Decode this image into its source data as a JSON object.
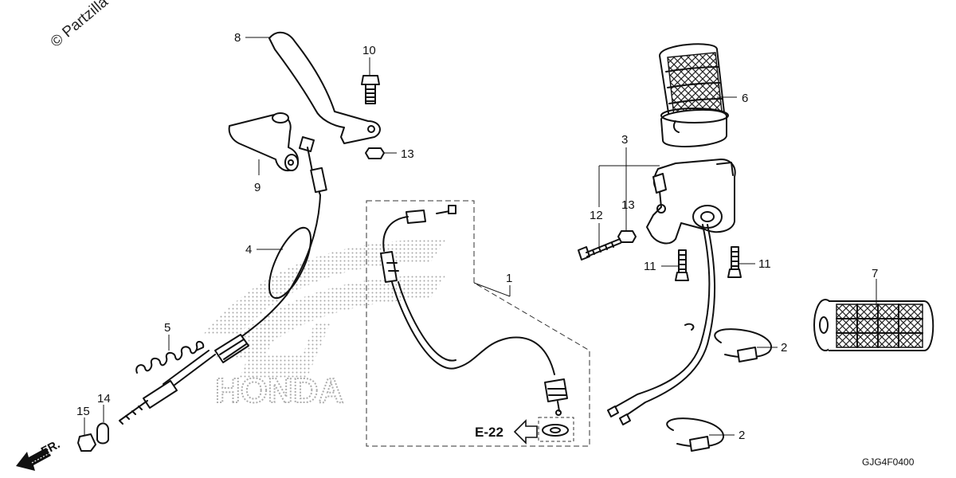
{
  "watermark": "© Partzilla",
  "background_logo": "HONDA",
  "front_arrow_label": "FR.",
  "reference_label": "E-22",
  "diagram_code": "GJG4F0400",
  "callouts": {
    "c1": "1",
    "c2a": "2",
    "c2b": "2",
    "c3": "3",
    "c4": "4",
    "c5": "5",
    "c6": "6",
    "c7": "7",
    "c8": "8",
    "c9": "9",
    "c10": "10",
    "c11a": "11",
    "c11b": "11",
    "c12": "12",
    "c13a": "13",
    "c13b": "13",
    "c14": "14",
    "c15": "15"
  }
}
